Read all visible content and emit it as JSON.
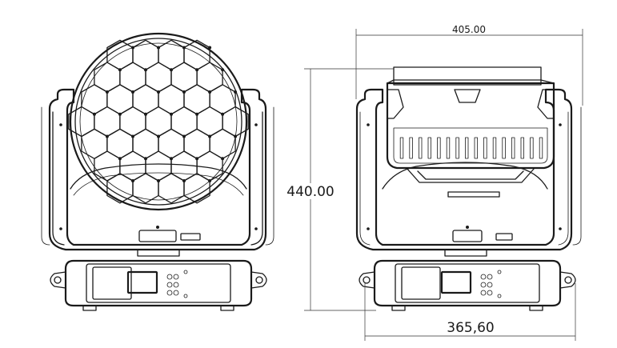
{
  "dimensions": {
    "overall_width": "405.00",
    "overall_height": "440.00",
    "base_width": "365,60"
  },
  "colors": {
    "line": "#1a1a1a",
    "background": "#ffffff"
  }
}
